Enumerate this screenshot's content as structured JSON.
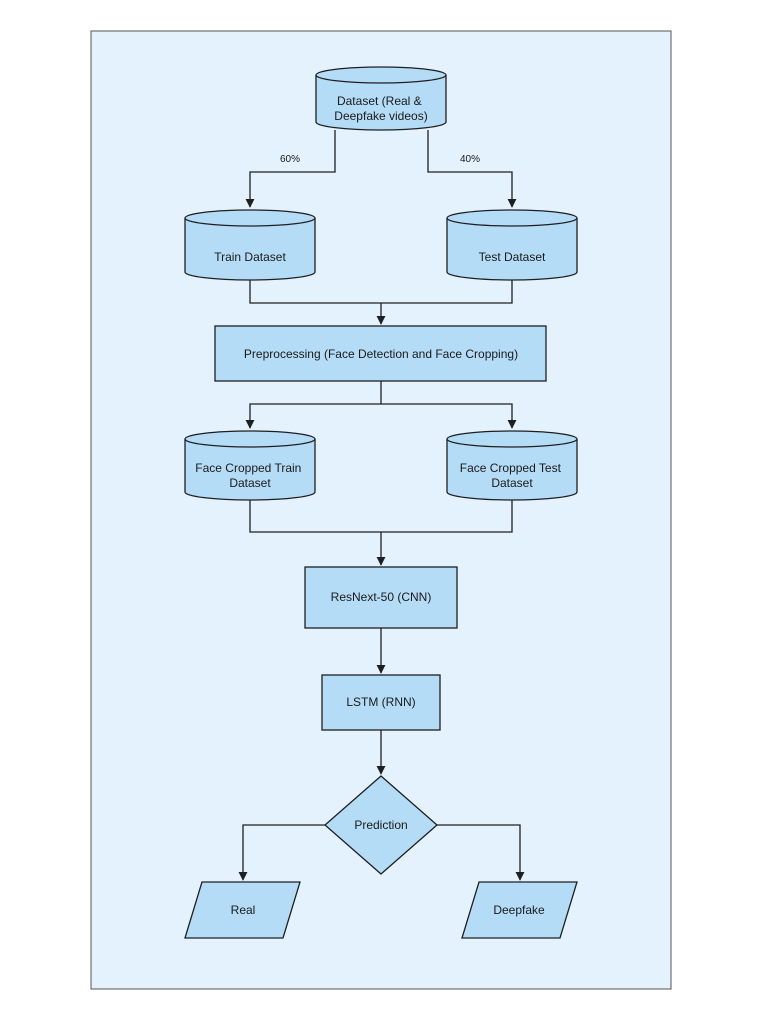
{
  "colors": {
    "canvas_background": "#e3f2fd",
    "node_fill": "#b5dcf7",
    "stroke": "#1f1f1f"
  },
  "nodes": {
    "dataset": "Dataset (Real & Deepfake videos)",
    "train": "Train Dataset",
    "test": "Test Dataset",
    "preprocessing": "Preprocessing (Face Detection and Face Cropping)",
    "face_train": "Face Cropped Train Dataset",
    "face_test": "Face Cropped Test Dataset",
    "resnext": "ResNext-50 (CNN)",
    "lstm": "LSTM (RNN)",
    "prediction": "Prediction",
    "real": "Real",
    "deepfake": "Deepfake"
  },
  "edges": {
    "train_split": "60%",
    "test_split": "40%"
  }
}
